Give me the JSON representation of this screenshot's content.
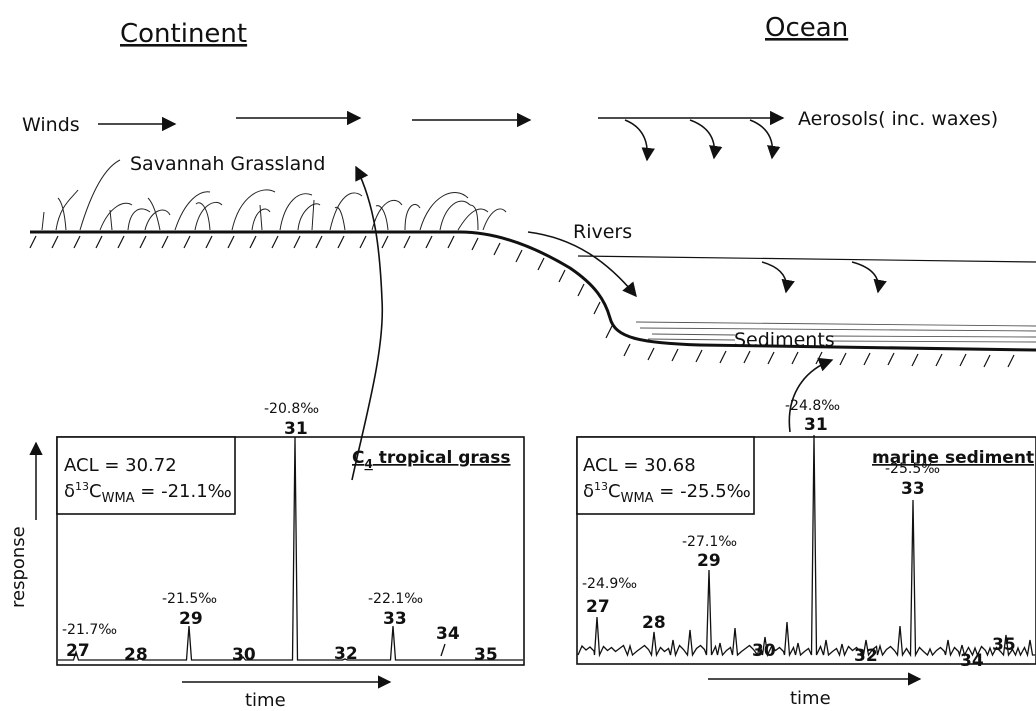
{
  "headings": {
    "continent": "Continent",
    "ocean": "Ocean"
  },
  "labels": {
    "winds": "Winds",
    "aerosols": "Aerosols( inc. waxes)",
    "savannah": "Savannah Grassland",
    "rivers": "Rivers",
    "sediments": "Sediments"
  },
  "left_panel": {
    "acl": "ACL = 30.72",
    "d13c": "δ13CWMA = -21.1‰",
    "title": "C4 tropical grass",
    "y_label": "response",
    "x_label": "time"
  },
  "right_panel": {
    "acl": "ACL = 30.68",
    "d13c": "δ13CWMA = -25.5‰",
    "title": "marine sediment",
    "x_label": "time"
  },
  "chart_data": [
    {
      "type": "line",
      "title": "C4 tropical grass",
      "xlabel": "time",
      "ylabel": "response",
      "peaks": [
        {
          "label": "27",
          "iso": "-21.7‰"
        },
        {
          "label": "28",
          "iso": ""
        },
        {
          "label": "29",
          "iso": "-21.5‰"
        },
        {
          "label": "30",
          "iso": ""
        },
        {
          "label": "31",
          "iso": "-20.8‰"
        },
        {
          "label": "32",
          "iso": ""
        },
        {
          "label": "33",
          "iso": "-22.1‰"
        },
        {
          "label": "34",
          "iso": ""
        },
        {
          "label": "35",
          "iso": ""
        }
      ]
    },
    {
      "type": "line",
      "title": "marine sediment",
      "xlabel": "time",
      "peaks": [
        {
          "label": "27",
          "iso": "-24.9‰"
        },
        {
          "label": "28",
          "iso": ""
        },
        {
          "label": "29",
          "iso": "-27.1‰"
        },
        {
          "label": "30",
          "iso": ""
        },
        {
          "label": "31",
          "iso": "-24.8‰"
        },
        {
          "label": "32",
          "iso": ""
        },
        {
          "label": "33",
          "iso": "-25.5‰"
        },
        {
          "label": "34",
          "iso": ""
        },
        {
          "label": "35",
          "iso": ""
        }
      ]
    }
  ]
}
